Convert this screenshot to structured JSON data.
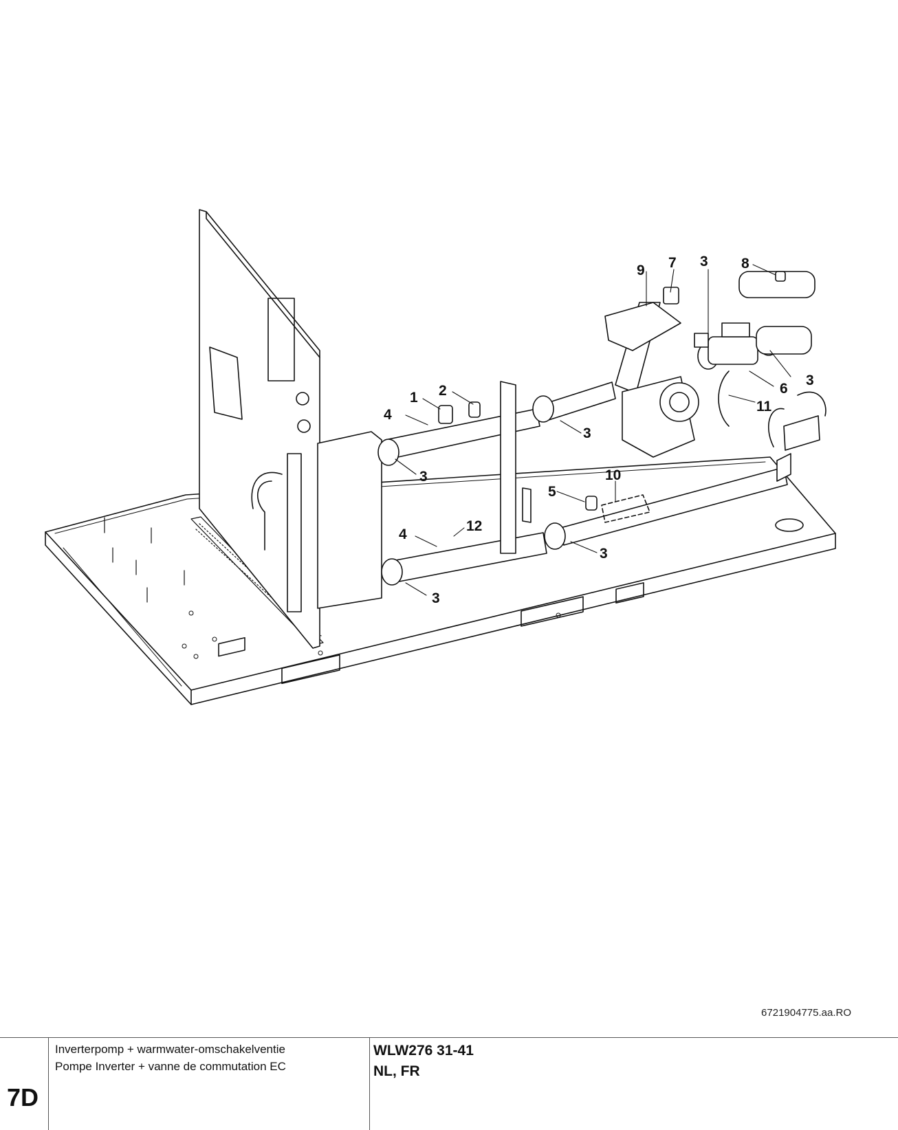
{
  "diagram": {
    "callouts": [
      {
        "id": "c1",
        "text": "1"
      },
      {
        "id": "c2",
        "text": "2"
      },
      {
        "id": "c3a",
        "text": "3"
      },
      {
        "id": "c3b",
        "text": "3"
      },
      {
        "id": "c3c",
        "text": "3"
      },
      {
        "id": "c3d",
        "text": "3"
      },
      {
        "id": "c3e",
        "text": "3"
      },
      {
        "id": "c3f",
        "text": "3"
      },
      {
        "id": "c4a",
        "text": "4"
      },
      {
        "id": "c4b",
        "text": "4"
      },
      {
        "id": "c5",
        "text": "5"
      },
      {
        "id": "c6",
        "text": "6"
      },
      {
        "id": "c7",
        "text": "7"
      },
      {
        "id": "c8",
        "text": "8"
      },
      {
        "id": "c9",
        "text": "9"
      },
      {
        "id": "c10",
        "text": "10"
      },
      {
        "id": "c11",
        "text": "11"
      },
      {
        "id": "c12",
        "text": "12"
      }
    ]
  },
  "document_number": "6721904775.aa.RO",
  "footer": {
    "section_code": "7D",
    "description_lines": [
      "Inverterpomp + warmwater-omschakelventie",
      "Pompe Inverter + vanne de commutation EC"
    ],
    "model": "WLW276 31-41",
    "languages": "NL, FR"
  }
}
